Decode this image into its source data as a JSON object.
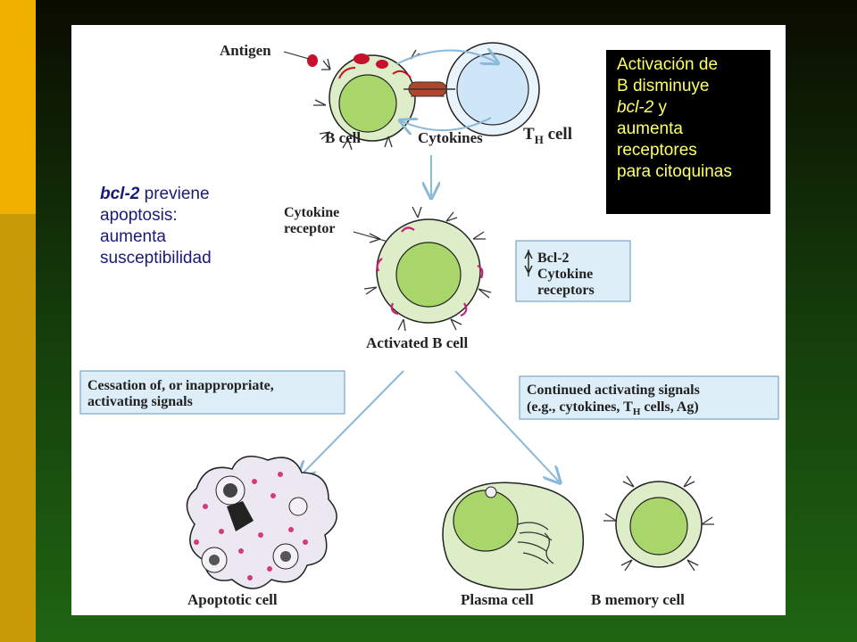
{
  "diagram": {
    "antigen_label": "Antigen",
    "b_cell_label": "B cell",
    "cytokines_label": "Cytokines",
    "th_cell_label_t": "T",
    "th_cell_label_sub": "H",
    "th_cell_label_rest": " cell",
    "cytokine_receptor_line1": "Cytokine",
    "cytokine_receptor_line2": "receptor",
    "activated_b_cell_label": "Activated B cell",
    "bcl2_label": "Bcl-2",
    "cytokine_receptors_line1": "Cytokine",
    "cytokine_receptors_line2": "receptors",
    "cessation_line1": "Cessation of, or inappropriate,",
    "cessation_line2": "activating signals",
    "continued_line1": "Continued activating signals",
    "continued_line2a": "(e.g., cytokines, T",
    "continued_line2_sub": "H",
    "continued_line2b": " cells, Ag)",
    "apoptotic_cell_label": "Apoptotic cell",
    "plasma_cell_label": "Plasma cell",
    "b_memory_cell_label": "B memory cell"
  },
  "notes": {
    "activation_line1": "Activación de",
    "activation_line2": "B disminuye",
    "activation_line3_italic": "bcl-2",
    "activation_line3_rest": " y",
    "activation_line4": "aumenta",
    "activation_line5": "receptores",
    "activation_line6": "para citoquinas",
    "bcl2_italic": "bcl-2",
    "bcl2_line1_rest": " previene",
    "bcl2_line2": "apoptosis:",
    "bcl2_line3": "aumenta",
    "bcl2_line4": "susceptibilidad"
  },
  "colors": {
    "cell_outer": "#dcedc8",
    "nucleus": "#a9d66a",
    "th_cell": "#cfe6f8",
    "info_box": "#ddeef8",
    "arrow": "#8ab8d8",
    "note_text_yellow": "#ffff66",
    "note_text_blue": "#1a1a7a"
  }
}
